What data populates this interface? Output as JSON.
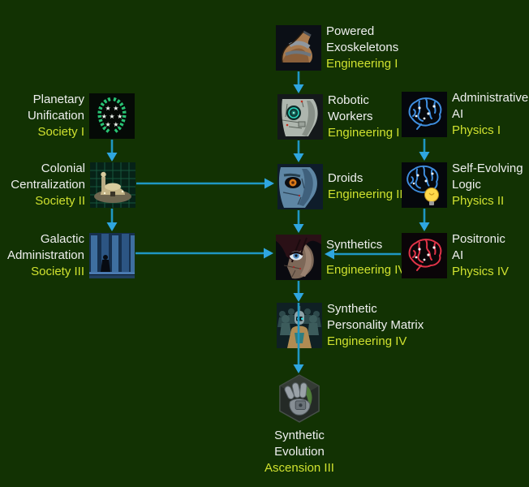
{
  "app": {
    "title": "Technology Tree",
    "background": "#123203"
  },
  "colors": {
    "title_text": "#efefef",
    "subtitle_text": "#cfe12f",
    "arrow_line": "#1f97c4",
    "arrow_head": "#2fa6e0"
  },
  "nodes": {
    "powered_exoskeletons": {
      "title_lines": [
        "Powered",
        "Exoskeletons"
      ],
      "subtitle": "Engineering I",
      "icon": "powered-exoskeletons-icon"
    },
    "robotic_workers": {
      "title_lines": [
        "Robotic",
        "Workers"
      ],
      "subtitle": "Engineering I",
      "icon": "robotic-workers-icon"
    },
    "administrative_ai": {
      "title_lines": [
        "Administrative",
        "AI"
      ],
      "subtitle": "Physics I",
      "icon": "administrative-ai-brain-icon"
    },
    "planetary_unification": {
      "title_lines": [
        "Planetary",
        "Unification"
      ],
      "subtitle": "Society I",
      "icon": "laurel-wreath-icon"
    },
    "colonial_centralization": {
      "title_lines": [
        "Colonial",
        "Centralization"
      ],
      "subtitle": "Society II",
      "icon": "colony-building-icon"
    },
    "galactic_administration": {
      "title_lines": [
        "Galactic",
        "Administration"
      ],
      "subtitle": "Society III",
      "icon": "galactic-hall-icon"
    },
    "droids": {
      "title_lines": [
        "Droids"
      ],
      "subtitle": "Engineering II",
      "icon": "droid-face-icon"
    },
    "self_evolving_logic": {
      "title_lines": [
        "Self-Evolving",
        "Logic"
      ],
      "subtitle": "Physics II",
      "icon": "brain-lightbulb-icon"
    },
    "synthetics": {
      "title_lines": [
        "Synthetics"
      ],
      "subtitle": "Engineering IV",
      "icon": "synthetic-face-icon"
    },
    "positronic_ai": {
      "title_lines": [
        "Positronic",
        "AI"
      ],
      "subtitle": "Physics IV",
      "icon": "positronic-brain-icon"
    },
    "synthetic_personality_matrix": {
      "title_lines": [
        "Synthetic",
        "Personality Matrix"
      ],
      "subtitle": "Engineering IV",
      "icon": "robot-crowd-icon"
    },
    "synthetic_evolution": {
      "title_lines": [
        "Synthetic",
        "Evolution"
      ],
      "subtitle": "Ascension III",
      "icon": "robotic-hand-hex-icon"
    }
  },
  "edges": [
    {
      "from": "powered_exoskeletons",
      "to": "robotic_workers"
    },
    {
      "from": "robotic_workers",
      "to": "droids"
    },
    {
      "from": "administrative_ai",
      "to": "self_evolving_logic"
    },
    {
      "from": "planetary_unification",
      "to": "colonial_centralization"
    },
    {
      "from": "colonial_centralization",
      "to": "galactic_administration"
    },
    {
      "from": "colonial_centralization",
      "to": "droids"
    },
    {
      "from": "self_evolving_logic",
      "to": "positronic_ai"
    },
    {
      "from": "droids",
      "to": "synthetics"
    },
    {
      "from": "galactic_administration",
      "to": "synthetics"
    },
    {
      "from": "positronic_ai",
      "to": "synthetics"
    },
    {
      "from": "synthetics",
      "to": "synthetic_personality_matrix"
    },
    {
      "from": "synthetic_personality_matrix",
      "to": "synthetic_evolution"
    }
  ]
}
